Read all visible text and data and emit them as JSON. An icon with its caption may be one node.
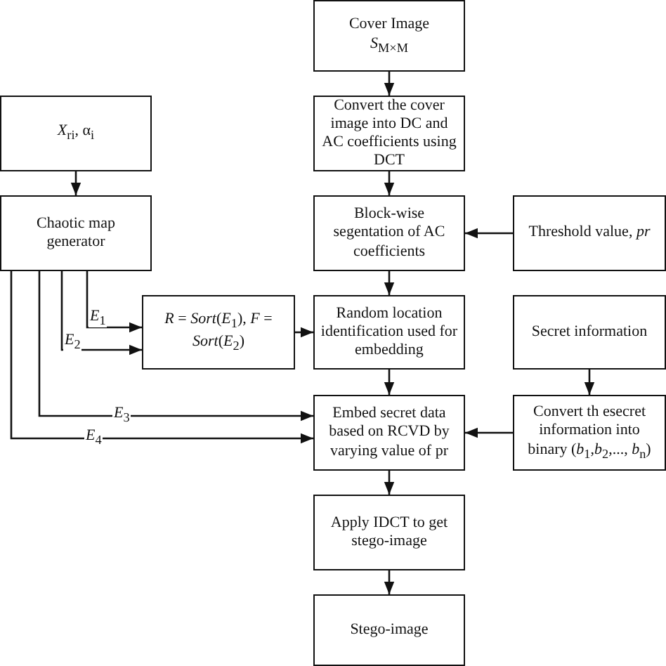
{
  "diagram": {
    "nodes": [
      {
        "text": [
          "Cover Image",
          "*S*$_{M×M}$"
        ]
      },
      {
        "text": [
          "Convert the cover image into DC and AC coefficients using DCT"
        ]
      },
      {
        "text": [
          "*X*$_{ri}$, α$_{i}$"
        ]
      },
      {
        "text": [
          "Chaotic map generator"
        ]
      },
      {
        "text": [
          "Block-wise segentation of AC coefficients"
        ]
      },
      {
        "text": [
          "Threshold value, *pr*"
        ]
      },
      {
        "text": [
          "*R* = *Sort*(*E*$_{1}$), *F* = *Sort*(*E*$_{2}$)"
        ]
      },
      {
        "text": [
          "Random location identification used for embedding"
        ]
      },
      {
        "text": [
          "Secret information"
        ]
      },
      {
        "text": [
          "Embed secret data based on RCVD by varying value of pr"
        ]
      },
      {
        "text": [
          "Convert th esecret information into binary (*b*$_{1}$,*b*$_{2}$,..., *b*$_{n}$)"
        ]
      },
      {
        "text": [
          "Apply IDCT to get stego-image"
        ]
      },
      {
        "text": [
          "Stego-image"
        ]
      }
    ],
    "edges": [
      {
        "from": 0,
        "to": 1,
        "arrow": "to"
      },
      {
        "from": 2,
        "to": 3,
        "arrow": "to"
      },
      {
        "from": 1,
        "to": 4,
        "arrow": "to"
      },
      {
        "from": 5,
        "to": 4,
        "arrow": "to"
      },
      {
        "from": 3,
        "to": 6,
        "arrow": "to",
        "label": "*E*$_{1}$"
      },
      {
        "from": 3,
        "to": 6,
        "arrow": "to",
        "label": "*E*$_{2}$"
      },
      {
        "from": 4,
        "to": 7,
        "arrow": "to"
      },
      {
        "from": 6,
        "to": 7,
        "arrow": "to"
      },
      {
        "from": 8,
        "to": 10,
        "arrow": "to"
      },
      {
        "from": 3,
        "to": 9,
        "arrow": "to",
        "label": "*E*$_{3}$"
      },
      {
        "from": 3,
        "to": 9,
        "arrow": "to",
        "label": "*E*$_{4}$"
      },
      {
        "from": 7,
        "to": 9,
        "arrow": "to"
      },
      {
        "from": 10,
        "to": 9,
        "arrow": "to"
      },
      {
        "from": 9,
        "to": 11,
        "arrow": "to"
      },
      {
        "from": 11,
        "to": 12,
        "arrow": "to"
      }
    ]
  }
}
